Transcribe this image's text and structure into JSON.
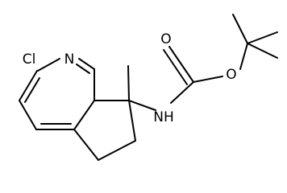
{
  "structure": {
    "atom_labels": {
      "chlorine": "Cl",
      "pyridine_nitrogen": "N",
      "amide_nitrogen": "NH",
      "carbonyl_oxygen": "O",
      "ester_oxygen": "O"
    }
  }
}
